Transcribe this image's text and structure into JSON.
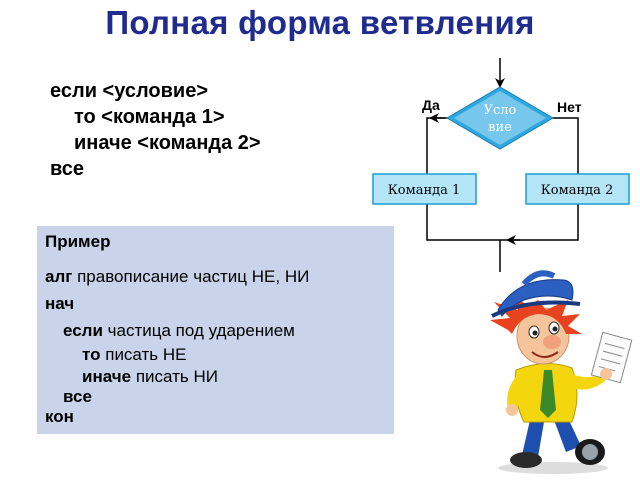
{
  "title": "Полная форма ветвления",
  "syntax": {
    "line1": "если <условие>",
    "line2": "то <команда 1>",
    "line3": "иначе <команда 2>",
    "line4": "все"
  },
  "flowchart": {
    "condition_line1": "Усло",
    "condition_line2": "вие",
    "yes_label": "Да",
    "no_label": "Нет",
    "command1": "Команда 1",
    "command2": "Команда 2"
  },
  "example": {
    "heading": "Пример",
    "alg_kw": "алг",
    "alg_text": "правописание частиц НЕ, НИ",
    "begin_kw": "нач",
    "if_kw": "если",
    "if_text": "частица под ударением",
    "then_kw": "то",
    "then_text": "писать НЕ",
    "else_kw": "иначе",
    "else_text": "писать НИ",
    "endif_kw": "все",
    "end_kw": "кон"
  },
  "colors": {
    "title": "#1f2b8f",
    "diamond": "#2fa8e0",
    "box_fill": "#b3e5f7",
    "box_stroke": "#1a9fd9",
    "example_bg": "#c9d4ea"
  }
}
